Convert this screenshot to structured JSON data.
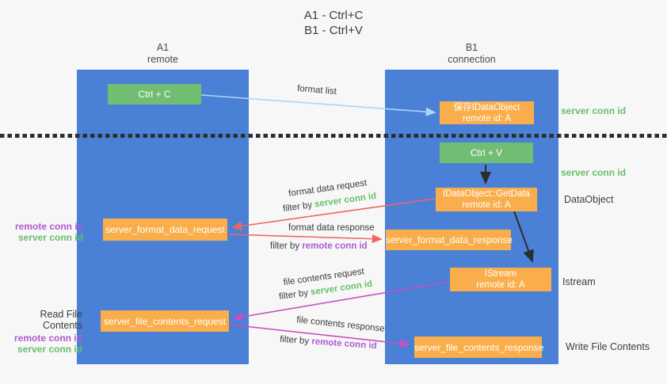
{
  "title": {
    "line1": "A1 - Ctrl+C",
    "line2": "B1 - Ctrl+V"
  },
  "lifelines": {
    "left": {
      "name": "A1",
      "role": "remote"
    },
    "right": {
      "name": "B1",
      "role": "connection"
    }
  },
  "boxes": {
    "ctrl_c": {
      "label": "Ctrl + C"
    },
    "ctrl_v": {
      "label": "Ctrl + V"
    },
    "save_idataobject": {
      "line1": "保存IDataObject",
      "line2": "remote id: A"
    },
    "getdata": {
      "line1": "IDataObject::GetData",
      "line2": "remote id: A"
    },
    "istream": {
      "line1": "IStream",
      "line2": "remote id: A"
    },
    "format_data_request": {
      "label": "server_format_data_request"
    },
    "format_data_response": {
      "label": "server_format_data_response"
    },
    "file_contents_request": {
      "label": "server_file_contents_request"
    },
    "file_contents_response": {
      "label": "server_file_contents_response"
    }
  },
  "annotations": {
    "server_conn_id_top": "server conn id",
    "server_conn_id_mid": "server conn id",
    "dataobject": "DataObject",
    "istream": "Istream",
    "read_file_contents": "Read File Contents",
    "write_file_contents": "Write File Contents",
    "format_left": {
      "remote": "remote conn id",
      "server": "server conn id"
    },
    "file_left": {
      "remote": "remote conn id",
      "server": "server conn id"
    }
  },
  "arrows": {
    "format_list": {
      "label": "format list"
    },
    "format_data_request": {
      "label": "format data request",
      "filter_prefix": "filter by ",
      "filter_key": "server conn id"
    },
    "format_data_response": {
      "label": "format data response",
      "filter_prefix": "filter by ",
      "filter_key": "remote conn id"
    },
    "file_contents_request": {
      "label": "file contents request",
      "filter_prefix": "filter by ",
      "filter_key": "server conn id"
    },
    "file_contents_response": {
      "label": "file contents response",
      "filter_prefix": "filter by ",
      "filter_key": "remote conn id"
    }
  },
  "colors": {
    "background": "#f7f7f7",
    "column_blue": "#4a80d5",
    "box_green": "#72bd74",
    "box_orange": "#f9ae4b",
    "text_green": "#67bf6c",
    "text_purple": "#b05ad0",
    "arrow_red": "#ee6661",
    "arrow_magenta": "#c551c5",
    "arrow_lightblue": "#aed5f2",
    "arrow_black": "#2d2d2d"
  }
}
